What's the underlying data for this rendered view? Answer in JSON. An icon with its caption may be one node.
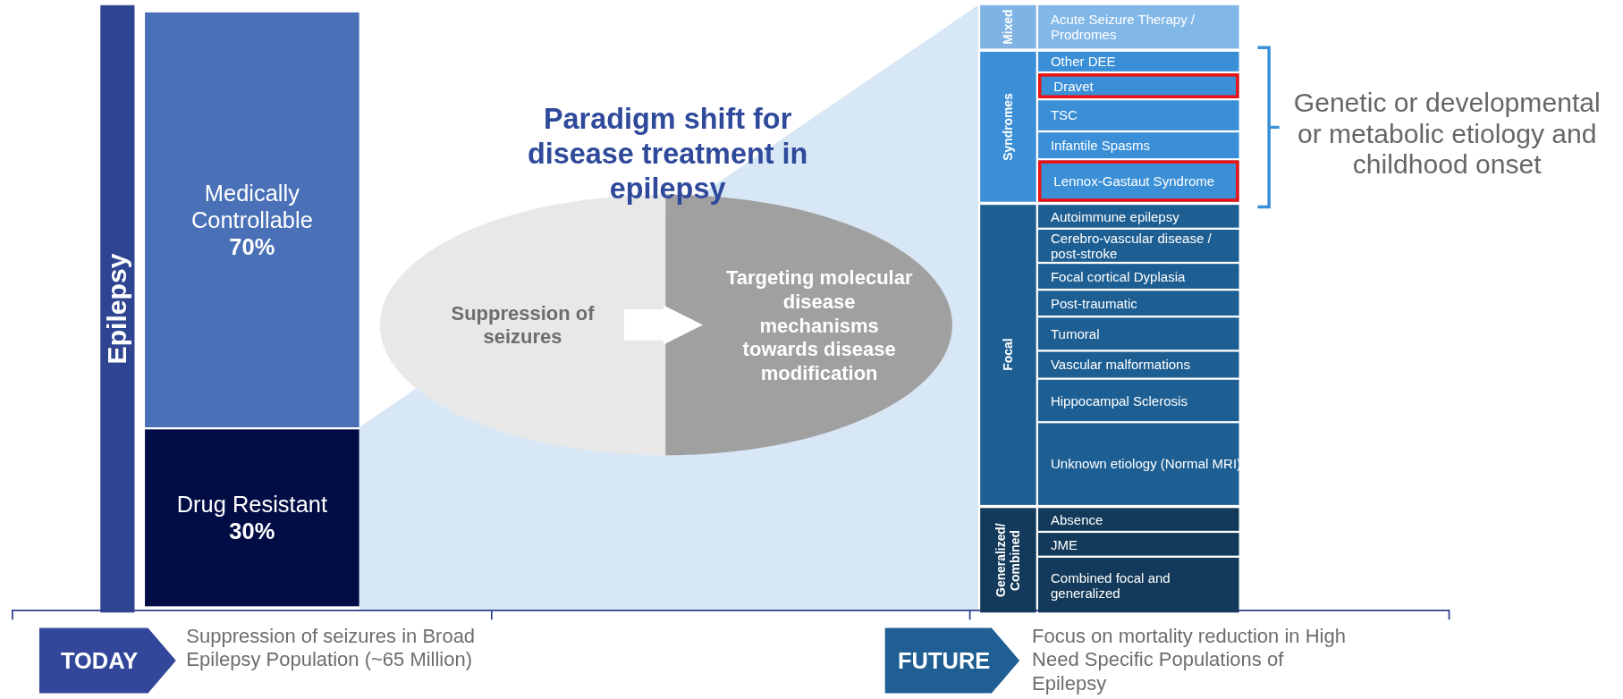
{
  "diagram": {
    "title": "Paradigm shift for disease treatment in epilepsy",
    "nodes": [
      {
        "text": [
          "Epilepsy"
        ]
      },
      {
        "text": [
          "Medically Controllable",
          "70%"
        ]
      },
      {
        "text": [
          "Drug Resistant",
          "30%"
        ]
      },
      {
        "text": [
          "Suppression of seizures"
        ]
      },
      {
        "text": [
          "Targeting molecular disease mechanisms towards disease modification"
        ]
      },
      {
        "text": [
          "Mixed"
        ]
      },
      {
        "text": [
          "Acute Seizure Therapy / Prodromes"
        ]
      },
      {
        "text": [
          "Syndromes"
        ]
      },
      {
        "text": [
          "Other DEE"
        ]
      },
      {
        "text": [
          "Dravet"
        ]
      },
      {
        "text": [
          "TSC"
        ]
      },
      {
        "text": [
          "Infantile Spasms"
        ]
      },
      {
        "text": [
          "Lennox-Gastaut Syndrome"
        ]
      },
      {
        "text": [
          "Focal"
        ]
      },
      {
        "text": [
          "Autoimmune epilepsy"
        ]
      },
      {
        "text": [
          "Cerebro-vascular disease / post-stroke"
        ]
      },
      {
        "text": [
          "Focal cortical Dyplasia"
        ]
      },
      {
        "text": [
          "Post-traumatic"
        ]
      },
      {
        "text": [
          "Tumoral"
        ]
      },
      {
        "text": [
          "Vascular malformations"
        ]
      },
      {
        "text": [
          "Hippocampal Sclerosis"
        ]
      },
      {
        "text": [
          "Unknown etiology (Normal MRI)"
        ]
      },
      {
        "text": [
          "Generalized/ Combined"
        ]
      },
      {
        "text": [
          "Absence"
        ]
      },
      {
        "text": [
          "JME"
        ]
      },
      {
        "text": [
          "Combined focal and generalized"
        ]
      },
      {
        "text": [
          "TODAY"
        ],
        "beside": [
          "Suppression of seizures in Broad Epilepsy Population (~65 Million)"
        ]
      },
      {
        "text": [
          "FUTURE"
        ],
        "beside": [
          "Focus on mortality reduction in High Need Specific Populations of Epilepsy"
        ]
      }
    ],
    "edges": [
      {
        "from": 3,
        "to": 4,
        "arrow": "to"
      }
    ],
    "labels": [
      "Genetic or developmental or metabolic etiology and childhood onset"
    ]
  }
}
